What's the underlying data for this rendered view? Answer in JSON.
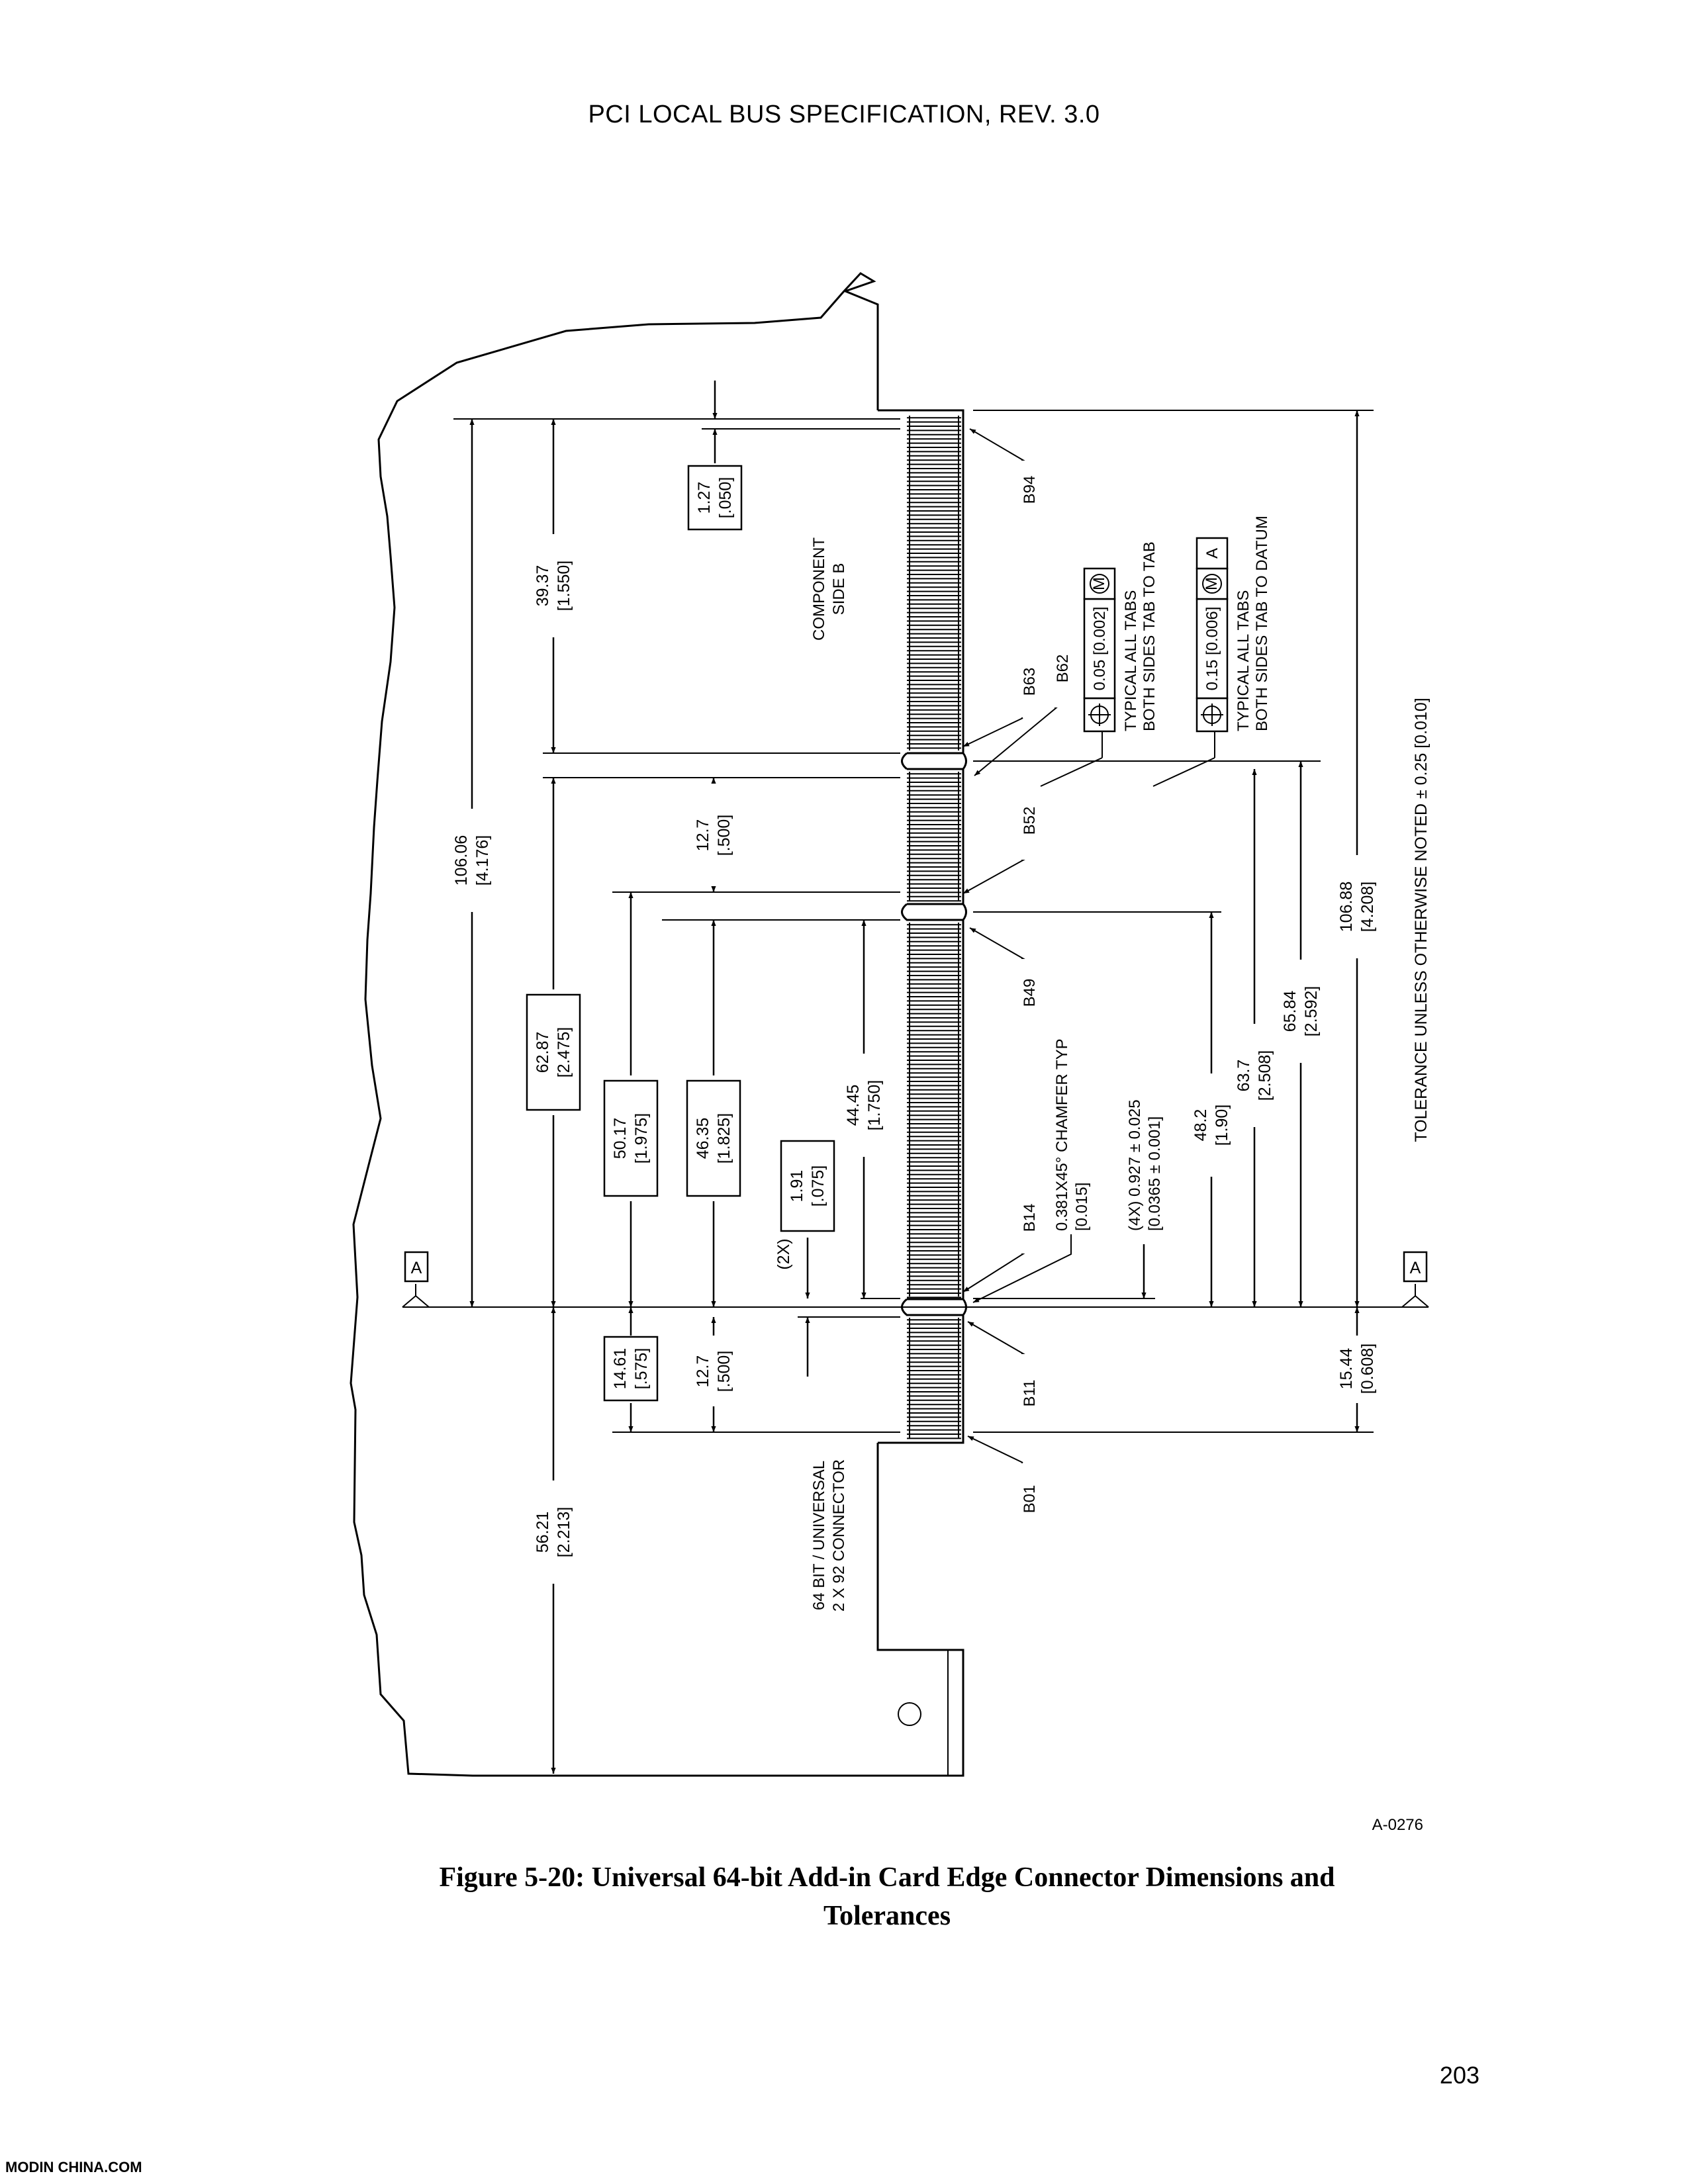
{
  "page": {
    "header": "PCI LOCAL BUS SPECIFICATION, REV. 3.0",
    "page_number": "203",
    "caption_line1": "Figure 5-20:  Universal 64-bit Add-in Card Edge Connector Dimensions and",
    "caption_line2": "Tolerances",
    "figure_code": "A-0276",
    "footer_logo": "MODIN CHINA.COM"
  },
  "diagram": {
    "component_side_line1": "COMPONENT",
    "component_side_line2": "SIDE B",
    "connector_line1": "64 BIT / UNIVERSAL",
    "connector_line2": "2 X 92 CONNECTOR",
    "tolerance_note": "TOLERANCE UNLESS OTHERWISE NOTED ± 0.25 [0.010]",
    "datum_label": "A",
    "pins": [
      "B94",
      "B63",
      "B62",
      "B52",
      "B49",
      "B14",
      "B11",
      "B01"
    ],
    "tab_tol_1": {
      "frame": "0.05 [0.002]",
      "modifier": "M",
      "line1": "TYPICAL ALL TABS",
      "line2": "BOTH SIDES TAB TO TAB"
    },
    "tab_tol_2": {
      "frame": "0.15 [0.006]",
      "modifier": "M",
      "datum": "A",
      "line1": "TYPICAL ALL TABS",
      "line2": "BOTH SIDES TAB TO DATUM"
    },
    "chamfer": "0.381X45° CHAMFER TYP",
    "chamfer_in": "[0.015]",
    "notch_width_line1": "(4X) 0.927 ± 0.025",
    "notch_width_line2": "[0.0365 ± 0.001]",
    "dimensions": {
      "d_106_06": [
        "106.06",
        "[4.176]"
      ],
      "d_39_37": [
        "39.37",
        "[1.550]"
      ],
      "d_1_27": [
        "1.27",
        "[.050]"
      ],
      "d_62_87": [
        "62.87",
        "[2.475]"
      ],
      "d_12_7_top": [
        "12.7",
        "[.500]"
      ],
      "d_50_17": [
        "50.17",
        "[1.975]"
      ],
      "d_46_35": [
        "46.35",
        "[1.825]"
      ],
      "d_44_45": [
        "44.45",
        "[1.750]"
      ],
      "d_1_91": [
        "1.91",
        "[.075]"
      ],
      "d_1_91_count": "(2X)",
      "d_14_61": [
        "14.61",
        "[.575]"
      ],
      "d_12_7_bot": [
        "12.7",
        "[.500]"
      ],
      "d_56_21": [
        "56.21",
        "[2.213]"
      ],
      "d_48_2": [
        "48.2",
        "[1.90]"
      ],
      "d_63_7": [
        "63.7",
        "[2.508]"
      ],
      "d_65_84": [
        "65.84",
        "[2.592]"
      ],
      "d_106_88": [
        "106.88",
        "[4.208]"
      ],
      "d_15_44": [
        "15.44",
        "[0.608]"
      ]
    }
  }
}
